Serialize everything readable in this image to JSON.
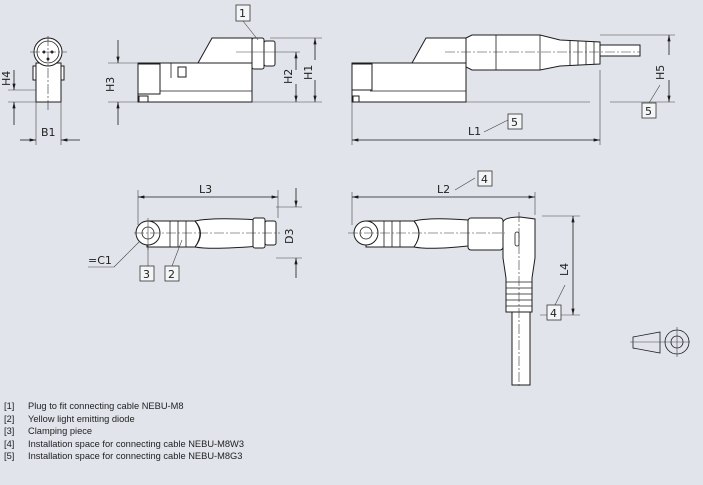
{
  "dimensions": {
    "h1": "H1",
    "h2": "H2",
    "h3": "H3",
    "h4": "H4",
    "h5": "H5",
    "b1": "B1",
    "l1": "L1",
    "l2": "L2",
    "l3": "L3",
    "l4": "L4",
    "d3": "D3",
    "c1": "=C1"
  },
  "callouts": {
    "plug": "1",
    "led": "2",
    "clamp": "3",
    "w3": "4",
    "g3": "5"
  },
  "legend": [
    {
      "num": "[1]",
      "text": "Plug to fit connecting cable NEBU-M8"
    },
    {
      "num": "[2]",
      "text": "Yellow light emitting diode"
    },
    {
      "num": "[3]",
      "text": "Clamping piece"
    },
    {
      "num": "[4]",
      "text": "Installation space for connecting cable NEBU-M8W3"
    },
    {
      "num": "[5]",
      "text": "Installation space for connecting cable NEBU-M8G3"
    }
  ]
}
